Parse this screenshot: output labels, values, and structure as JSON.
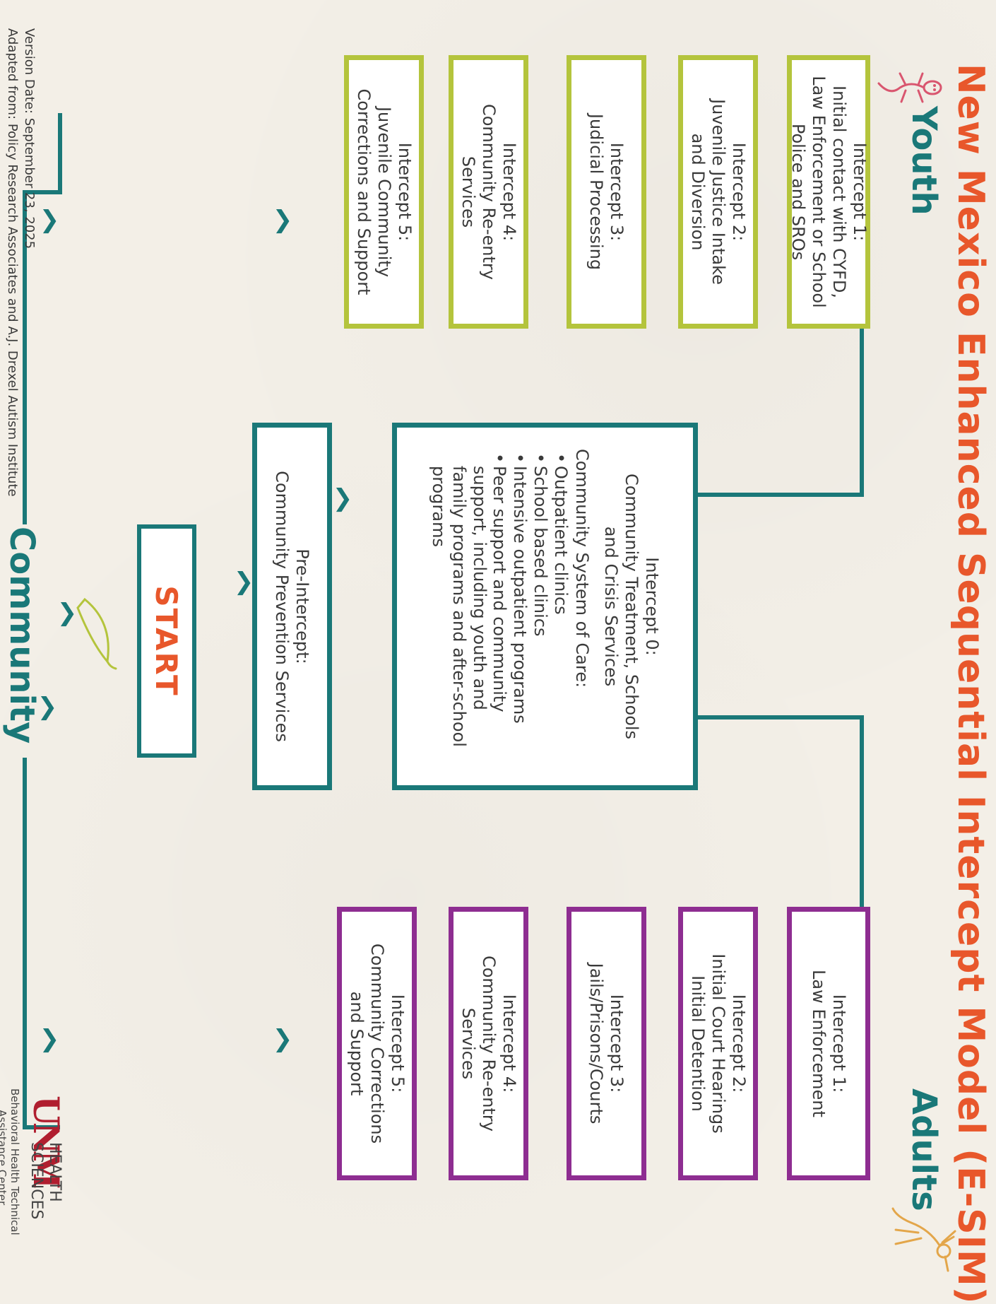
{
  "title": "New Mexico Enhanced Sequential Intercept Model (E-SIM)",
  "youth": {
    "label": "Youth",
    "boxes": [
      {
        "heading": "Intercept 1:",
        "lines": [
          "Initial contact with CYFD,",
          "Law Enforcement or School",
          "Police and SROs"
        ]
      },
      {
        "heading": "Intercept 2:",
        "lines": [
          "Juvenile Justice Intake",
          "and Diversion"
        ]
      },
      {
        "heading": "Intercept 3:",
        "lines": [
          "Judicial Processing"
        ]
      },
      {
        "heading": "Intercept 4:",
        "lines": [
          "Community Re-entry",
          "Services"
        ]
      },
      {
        "heading": "Intercept 5:",
        "lines": [
          "Juvenile Community",
          "Corrections and Support"
        ]
      }
    ]
  },
  "adults": {
    "label": "Adults",
    "boxes": [
      {
        "heading": "Intercept 1:",
        "lines": [
          "Law Enforcement"
        ]
      },
      {
        "heading": "Intercept 2:",
        "lines": [
          "Initial Court Hearings",
          "Initial Detention"
        ]
      },
      {
        "heading": "Intercept 3:",
        "lines": [
          "Jails/Prisons/Courts"
        ]
      },
      {
        "heading": "Intercept 4:",
        "lines": [
          "Community Re-entry",
          "Services"
        ]
      },
      {
        "heading": "Intercept 5:",
        "lines": [
          "Community Corrections",
          "and Support"
        ]
      }
    ]
  },
  "intercept0": {
    "heading": "Intercept 0:",
    "lines": [
      "Community Treatment, Schools",
      "and Crisis Services"
    ],
    "subheading": "Community System of Care:",
    "bullets": [
      "Outpatient clinics",
      "School based clinics",
      "Intensive outpatient programs",
      "Peer support and community support, including youth and family programs and after-school programs"
    ]
  },
  "pre_intercept": {
    "heading": "Pre-Intercept:",
    "lines": [
      "Community Prevention Services"
    ]
  },
  "start": "START",
  "community": "Community",
  "footer": {
    "version": "Version Date: September 23, 2025",
    "adapted": "Adapted from: Policy Research Associates and A.J. Drexel Autism Institute"
  },
  "logo": {
    "mark": "UNM",
    "line1": "HEALTH",
    "line2": "SCIENCES",
    "sub1": "Behavioral Health Technical",
    "sub2": "Assistance Center"
  },
  "colors": {
    "youth": "#b4c43c",
    "adults": "#8e2d91",
    "center": "#1a7878",
    "title": "#e8572b",
    "connector": "#1a7878"
  }
}
